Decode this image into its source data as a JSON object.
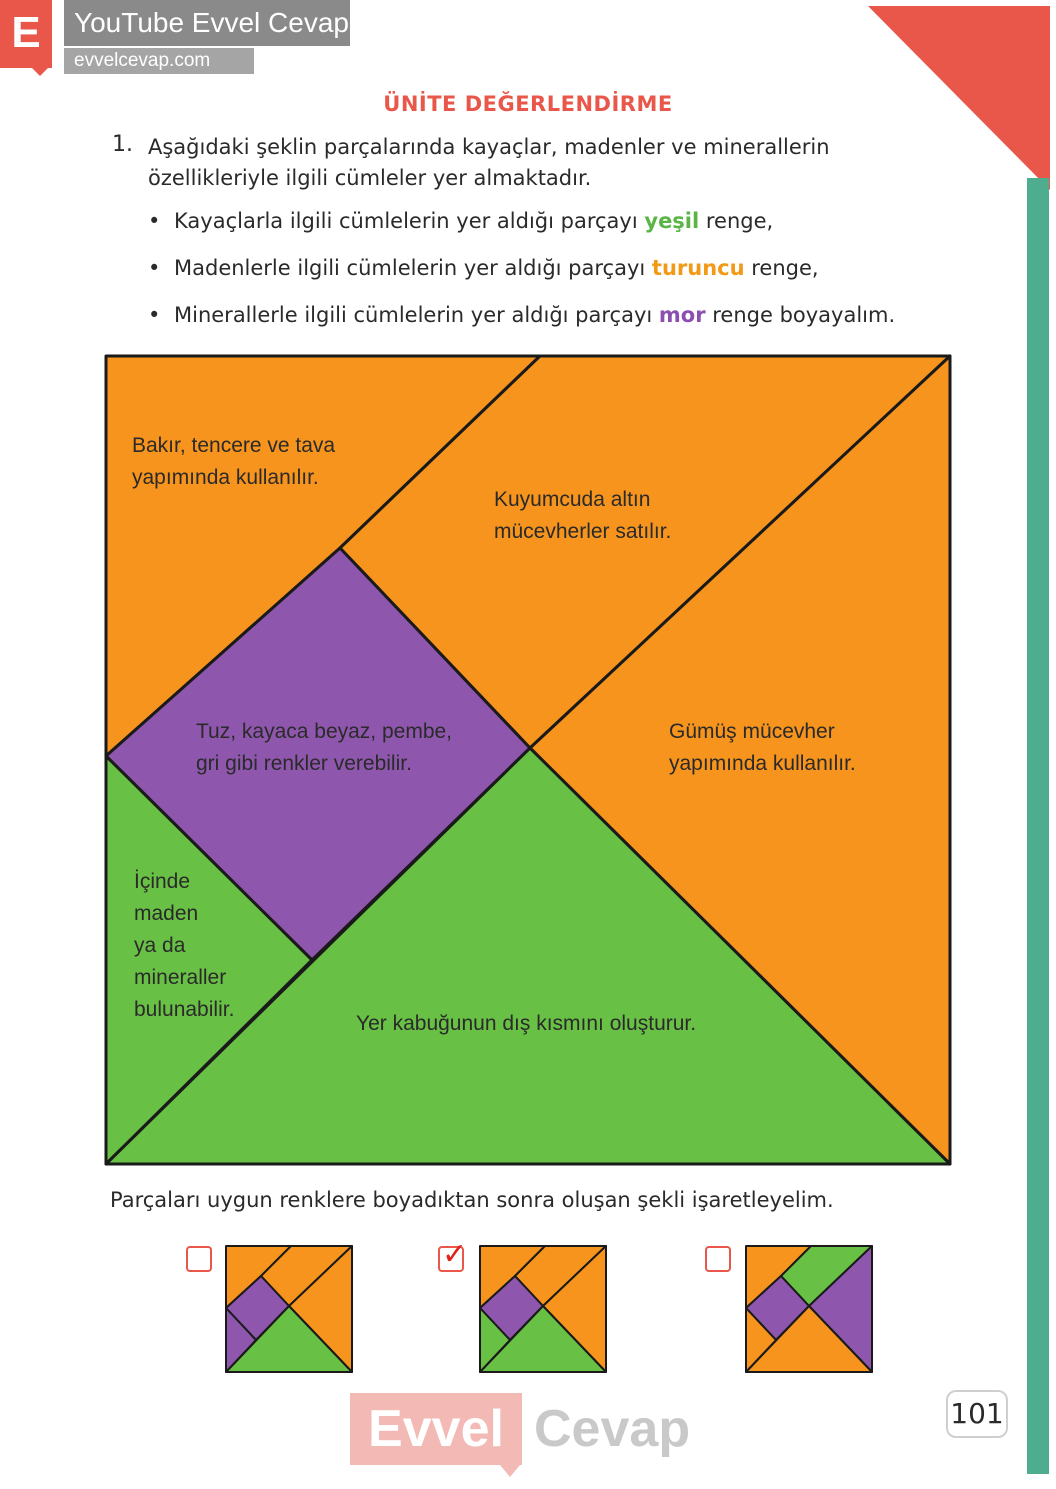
{
  "header": {
    "logo_letter": "E",
    "youtube_label": "YouTube Evvel Cevap",
    "site_label": "evvelcevap.com"
  },
  "unit_title": "ÜNİTE DEĞERLENDİRME",
  "question": {
    "number": "1.",
    "text": "Aşağıdaki şeklin parçalarında kayaçlar, madenler ve minerallerin özellikleriyle ilgili cümleler yer almaktadır.",
    "bullets": [
      {
        "before": "Kayaçlarla ilgili cümlelerin yer aldığı parçayı ",
        "keyword": "yeşil",
        "after": " renge,"
      },
      {
        "before": "Madenlerle ilgili cümlelerin yer aldığı parçayı ",
        "keyword": "turuncu",
        "after": " renge,"
      },
      {
        "before": "Minerallerle ilgili cümlelerin yer aldığı parçayı ",
        "keyword": "mor",
        "after": " renge boyayalım."
      }
    ]
  },
  "colors": {
    "orange": "#f7941d",
    "purple": "#8e57ad",
    "green": "#68c045",
    "accent_red": "#e8574a",
    "side_bar": "#4fad8f"
  },
  "pieces": {
    "top_left_lines": [
      "Bakır, tencere ve tava",
      "yapımında kullanılır."
    ],
    "top_middle_lines": [
      "Kuyumcuda altın",
      "mücevherler satılır."
    ],
    "square_lines": [
      "Tuz, kayaca beyaz, pembe,",
      "gri gibi renkler verebilir."
    ],
    "right_lines": [
      "Gümüş mücevher",
      "yapımında kullanılır."
    ],
    "left_small_lines": [
      "İçinde",
      "maden",
      "ya da",
      "mineraller",
      "bulunabilir."
    ],
    "bottom_text": "Yer kabuğunun dış kısmını oluşturur."
  },
  "instruction": "Parçaları uygun renklere boyadıktan sonra oluşan şekli işaretleyelim.",
  "options": [
    {
      "checked": false,
      "checkmark": ""
    },
    {
      "checked": true,
      "checkmark": "✓"
    },
    {
      "checked": false,
      "checkmark": ""
    }
  ],
  "footer": {
    "brand_evvel": "Evvel",
    "brand_cevap": "Cevap",
    "page_number": "101"
  }
}
